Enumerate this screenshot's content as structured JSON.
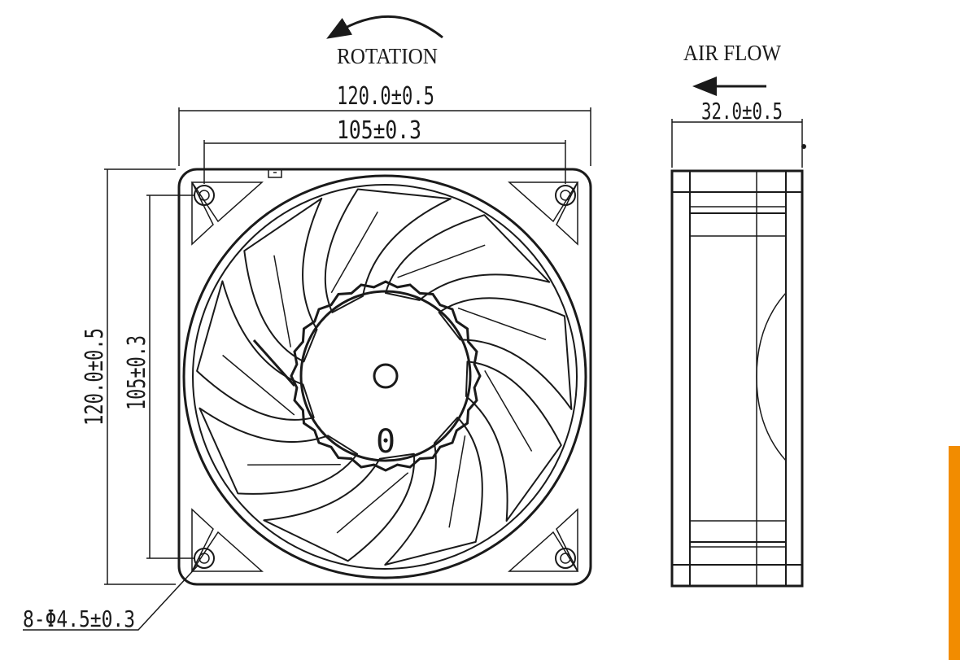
{
  "labels": {
    "rotation": "ROTATION",
    "air_flow": "AIR FLOW",
    "width_overall": "120.0±0.5",
    "width_holes": "105±0.3",
    "height_overall": "120.0±0.5",
    "height_holes": "105±0.3",
    "depth": "32.0±0.5",
    "holes": "8-Φ4.5±0.3",
    "hub_mark": "0"
  },
  "colors": {
    "line": "#1a1a1a",
    "accent": "#f28c00",
    "background": "#ffffff"
  },
  "fan": {
    "blade_count": 9
  }
}
